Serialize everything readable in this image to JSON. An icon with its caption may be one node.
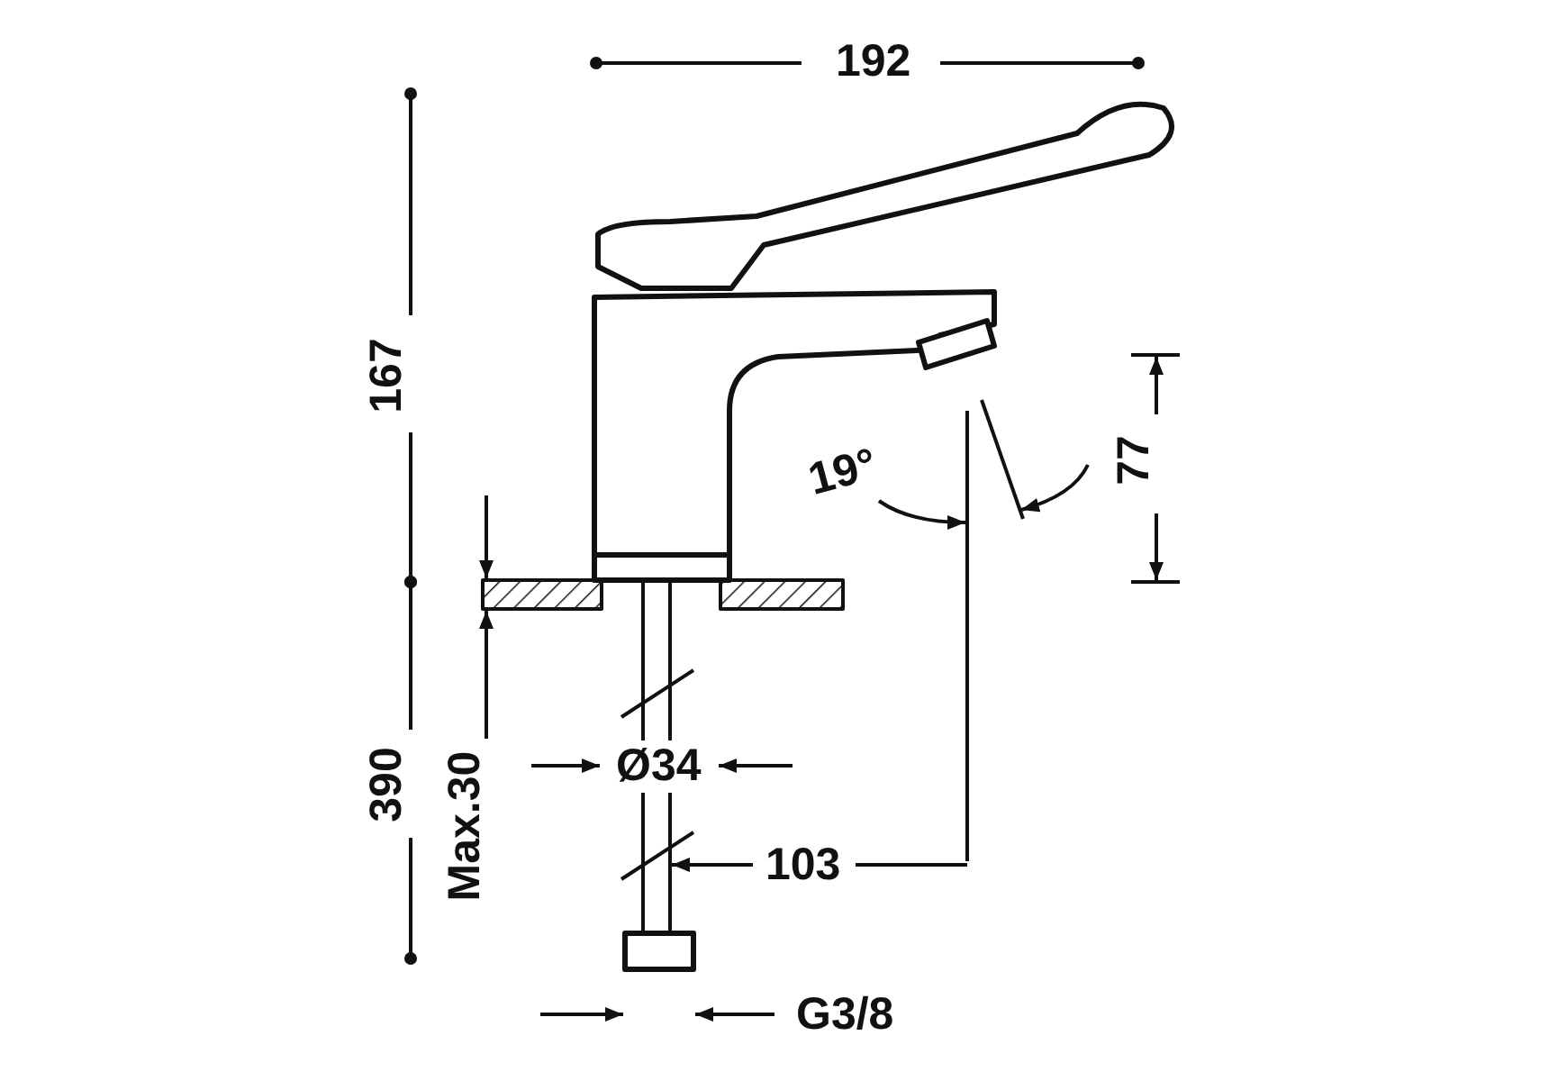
{
  "diagram": {
    "labels": [
      "192",
      "167",
      "19°",
      "77",
      "Ø34",
      "390",
      "Max.30",
      "103",
      "G3/8"
    ]
  }
}
